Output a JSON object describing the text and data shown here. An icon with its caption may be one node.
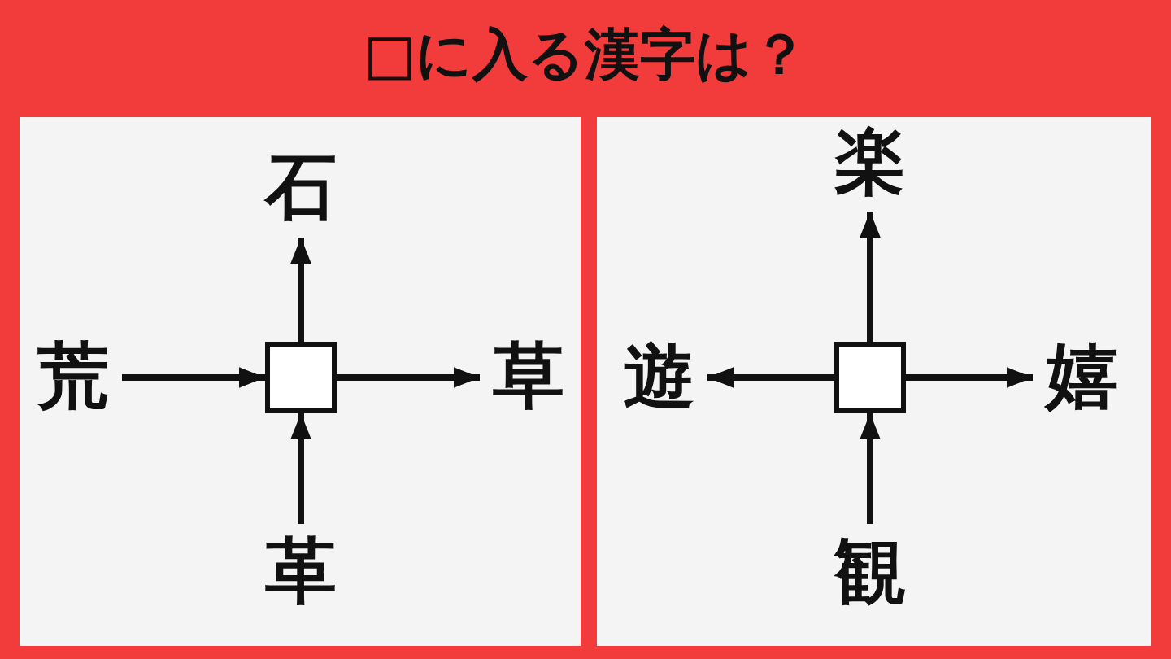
{
  "diagram": {
    "title": "□に入る漢字は？",
    "nodes": [
      {
        "text": [
          "石"
        ]
      },
      {
        "text": [
          "荒"
        ]
      },
      {
        "text": [],
        "shape": "box"
      },
      {
        "text": [
          "草"
        ]
      },
      {
        "text": [
          "革"
        ]
      },
      {
        "text": [
          "楽"
        ]
      },
      {
        "text": [
          "遊"
        ]
      },
      {
        "text": [],
        "shape": "box"
      },
      {
        "text": [
          "嬉"
        ]
      },
      {
        "text": [
          "観"
        ]
      }
    ],
    "edges": [
      {
        "from": 1,
        "to": 2,
        "arrow": "to"
      },
      {
        "from": 2,
        "to": 3,
        "arrow": "to"
      },
      {
        "from": 2,
        "to": 0,
        "arrow": "to"
      },
      {
        "from": 4,
        "to": 2,
        "arrow": "to"
      },
      {
        "from": 7,
        "to": 5,
        "arrow": "to"
      },
      {
        "from": 7,
        "to": 6,
        "arrow": "to"
      },
      {
        "from": 7,
        "to": 8,
        "arrow": "to"
      },
      {
        "from": 9,
        "to": 7,
        "arrow": "to"
      }
    ]
  }
}
